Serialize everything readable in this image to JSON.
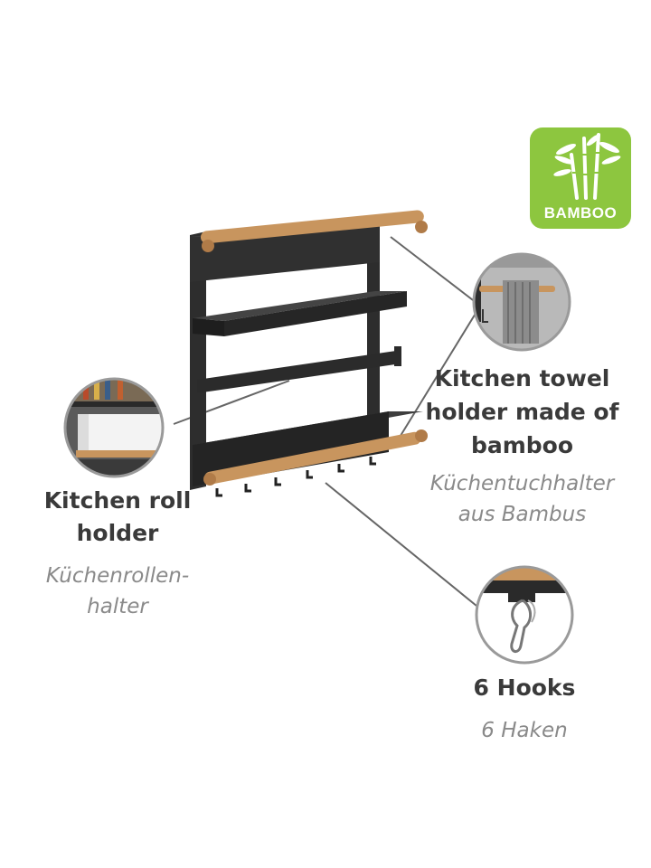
{
  "badge": {
    "text": "BAMBOO",
    "color": "#8dc63f"
  },
  "features": {
    "roll_holder": {
      "en_line1": "Kitchen roll",
      "en_line2": "holder",
      "de_line1": "Küchenrollen-",
      "de_line2": "halter"
    },
    "towel_holder": {
      "en_line1": "Kitchen towel",
      "en_line2": "holder made of",
      "en_line3": "bamboo",
      "de_line1": "Küchentuchhalter",
      "de_line2": "aus Bambus"
    },
    "hooks": {
      "en": "6 Hooks",
      "de": "6 Haken"
    }
  },
  "colors": {
    "rack": "#2a2a2a",
    "bamboo": "#c8955e",
    "callout_line": "#666666",
    "circle_border": "#9a9a9a"
  }
}
